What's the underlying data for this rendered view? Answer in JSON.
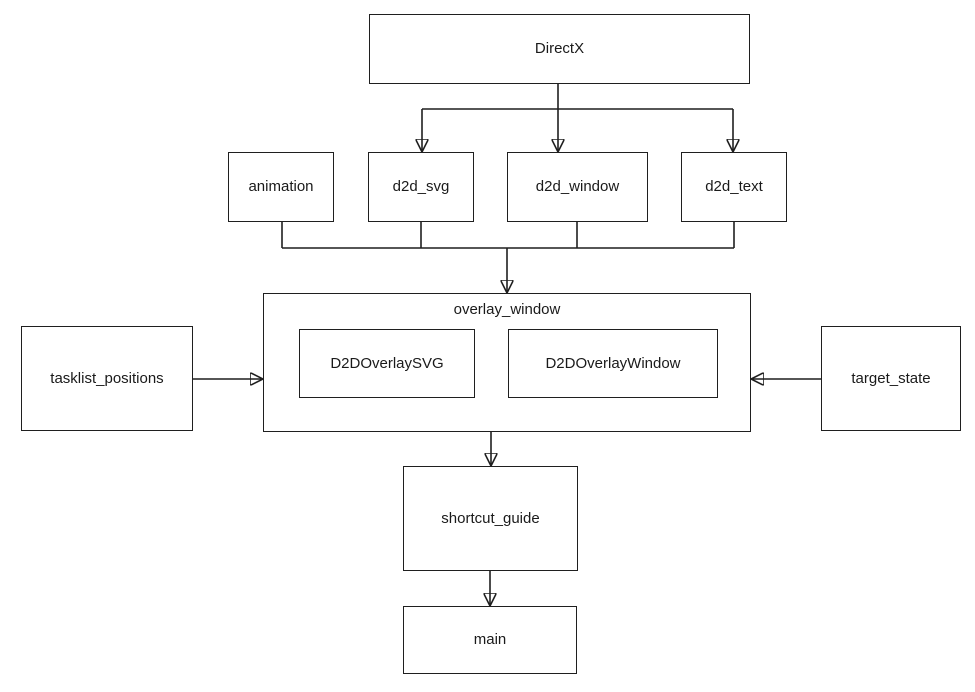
{
  "nodes": {
    "directx": {
      "label": "DirectX"
    },
    "animation": {
      "label": "animation"
    },
    "d2d_svg": {
      "label": "d2d_svg"
    },
    "d2d_window": {
      "label": "d2d_window"
    },
    "d2d_text": {
      "label": "d2d_text"
    },
    "overlay_window": {
      "label": "overlay_window"
    },
    "d2d_overlay_svg": {
      "label": "D2DOverlaySVG"
    },
    "d2d_overlay_window": {
      "label": "D2DOverlayWindow"
    },
    "tasklist_positions": {
      "label": "tasklist_positions"
    },
    "target_state": {
      "label": "target_state"
    },
    "shortcut_guide": {
      "label": "shortcut_guide"
    },
    "main": {
      "label": "main"
    }
  },
  "edges": [
    {
      "from": "DirectX",
      "to": "d2d_svg"
    },
    {
      "from": "DirectX",
      "to": "d2d_window"
    },
    {
      "from": "DirectX",
      "to": "d2d_text"
    },
    {
      "from": "animation",
      "to": "overlay_window"
    },
    {
      "from": "d2d_svg",
      "to": "overlay_window"
    },
    {
      "from": "d2d_window",
      "to": "overlay_window"
    },
    {
      "from": "d2d_text",
      "to": "overlay_window"
    },
    {
      "from": "tasklist_positions",
      "to": "overlay_window"
    },
    {
      "from": "target_state",
      "to": "overlay_window"
    },
    {
      "from": "overlay_window",
      "to": "shortcut_guide"
    },
    {
      "from": "shortcut_guide",
      "to": "main"
    }
  ],
  "colors": {
    "line": "#1f1f1f",
    "text": "#1a1a1a",
    "box_fill": "#ffffff",
    "background": "#ffffff"
  }
}
